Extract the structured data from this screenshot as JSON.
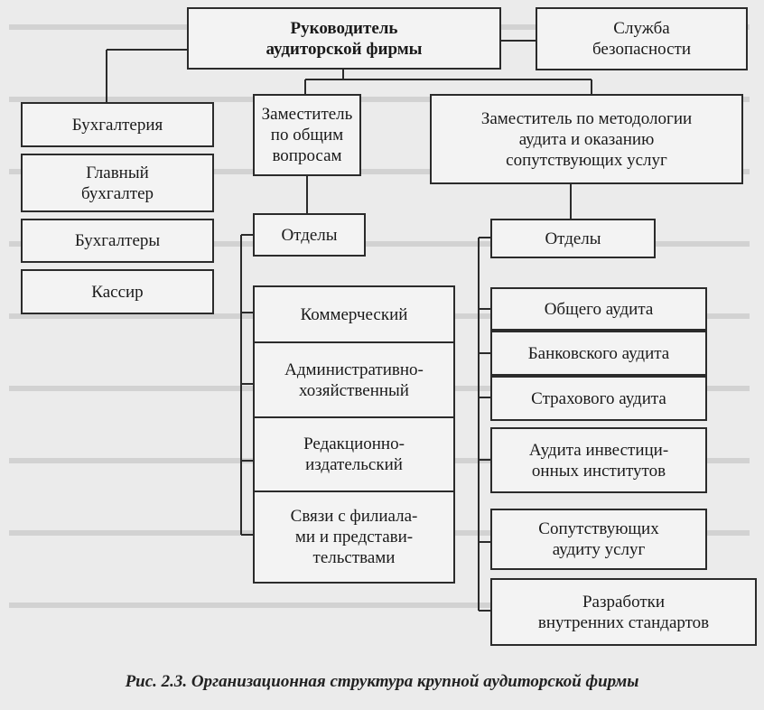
{
  "diagram": {
    "head": "Руководитель\nаудиторской фирмы",
    "security": "Служба\nбезопасности",
    "accounting": "Бухгалтерия",
    "chief_accountant": "Главный\nбухгалтер",
    "accountants": "Бухгалтеры",
    "cashier": "Кассир",
    "deputy_general": "Заместитель\nпо общим\nвопросам",
    "deputy_methodology": "Заместитель по методологии\nаудита и оказанию\nсопутствующих услуг",
    "departments_left": "Отделы",
    "departments_right": "Отделы",
    "left_departments": [
      "Коммерческий",
      "Административно-\nхозяйственный",
      "Редакционно-\nиздательский",
      "Связи с филиала-\nми и представи-\nтельствами"
    ],
    "right_departments": [
      "Общего аудита",
      "Банковского аудита",
      "Страхового аудита",
      "Аудита инвестици-\nонных институтов",
      "Сопутствующих\nаудиту услуг",
      "Разработки\nвнутренних стандартов"
    ]
  },
  "caption": "Рис. 2.3. Организационная структура крупной аудиторской фирмы"
}
